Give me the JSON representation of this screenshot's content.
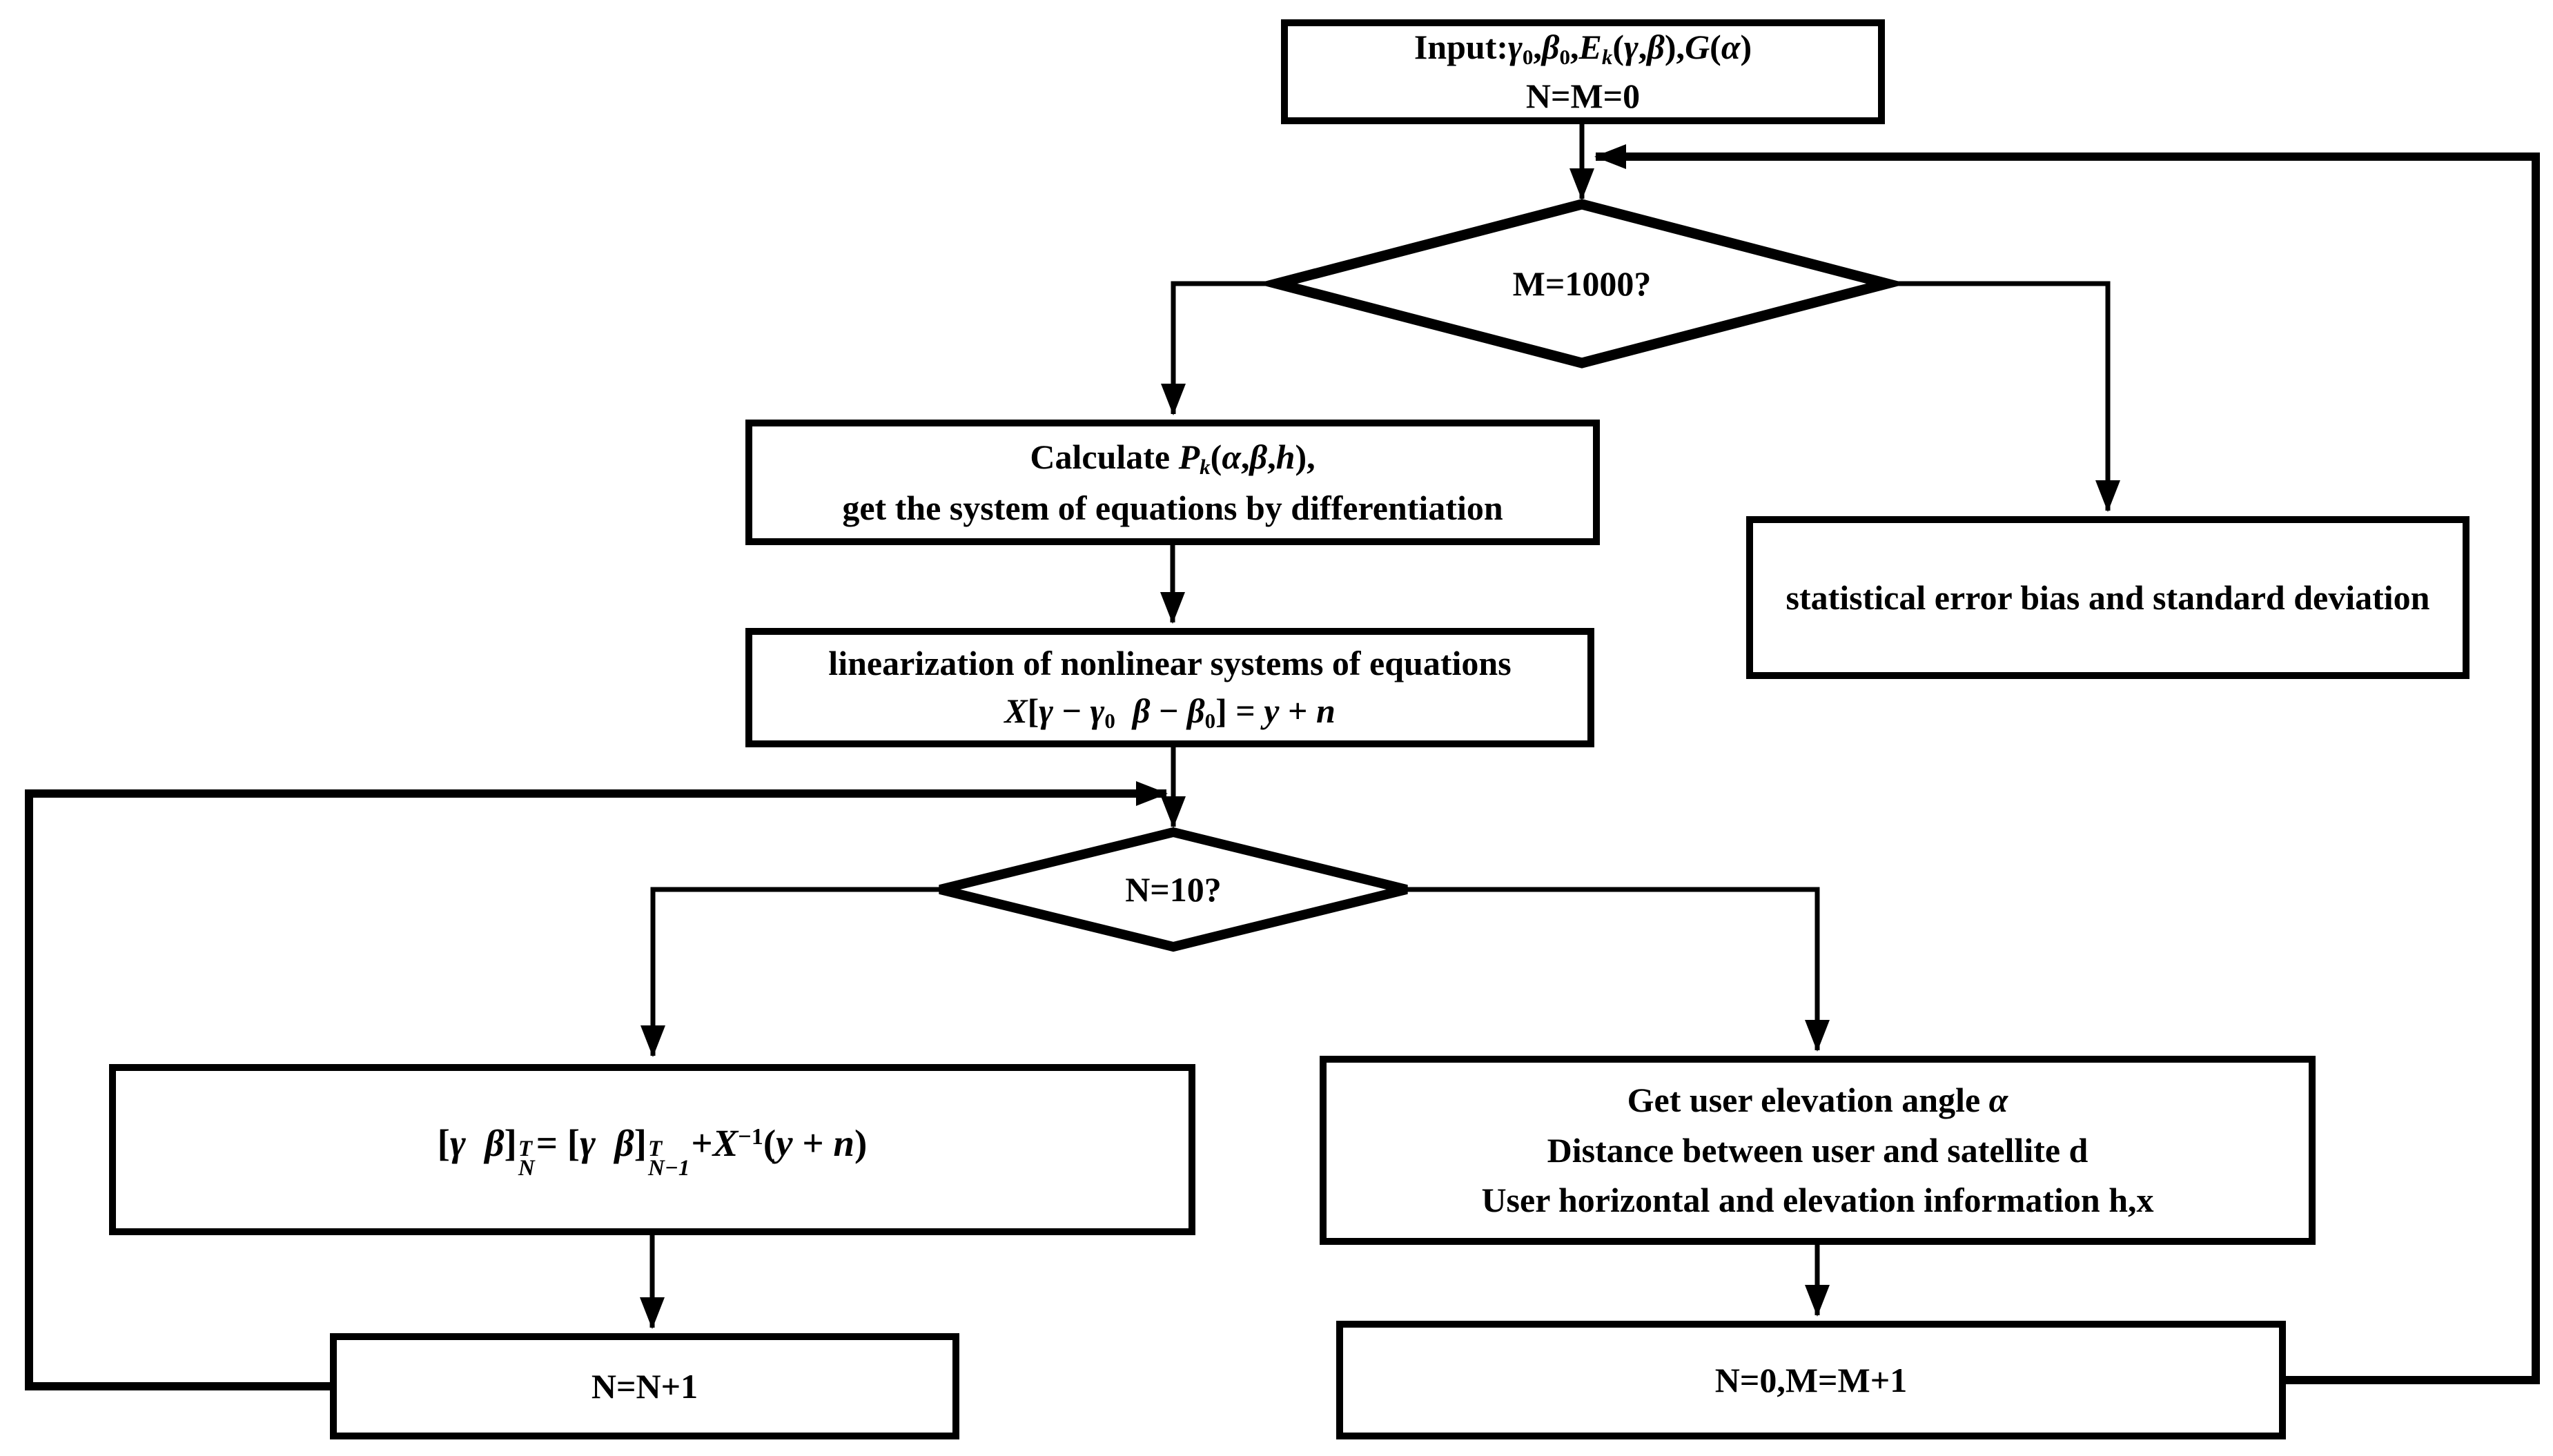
{
  "figure": {
    "kind": "flowchart",
    "background_color": "#ffffff",
    "ink_color": "#000000"
  },
  "nodes": {
    "input": {
      "shape": "rectangle",
      "lines_html": [
        "Input:<i>γ</i><sub>0</sub>,<i>β</i><sub>0</sub>,<i>E</i><sub><i>k</i></sub>(<i>γ</i>,<i>β</i>),<i>G</i>(<i>α</i>)",
        "N=M=0"
      ]
    },
    "m_check": {
      "shape": "diamond",
      "label": "M=1000?"
    },
    "calculate": {
      "shape": "rectangle",
      "lines_html": [
        "Calculate <i>P</i><sub><i>k</i></sub>(<i>α</i>,<i>β</i>,<i>h</i>),",
        "get the system of equations by differentiation"
      ]
    },
    "statistical": {
      "shape": "rectangle",
      "label": "statistical error bias and standard deviation"
    },
    "linearization": {
      "shape": "rectangle",
      "lines_html": [
        "linearization of nonlinear systems of equations",
        "<i>X</i>[<i>γ</i> − <i>γ</i><sub>0</sub> &nbsp;<i>β</i> − <i>β</i><sub>0</sub>] = <i>y</i> + <i>n</i>"
      ]
    },
    "n_check": {
      "shape": "diamond",
      "label": "N=10?"
    },
    "update": {
      "shape": "rectangle",
      "formula_html": "[<i>γ</i> &nbsp;<i>β</i>]<span class=\"ss\"><span class=\"t\">T</span><span class=\"b\">N</span></span>= [<i>γ</i> &nbsp;<i>β</i>]<span class=\"ss\"><span class=\"t\">T</span><span class=\"b\">N−1</span></span>+<i>X</i><sup>−1</sup>(<i>y</i> + <i>n</i>)"
    },
    "get_user": {
      "shape": "rectangle",
      "lines_html": [
        "Get user elevation angle <i>α</i>",
        "Distance between user and satellite d",
        "User horizontal and elevation information h,x"
      ]
    },
    "increment_n": {
      "shape": "rectangle",
      "label": "N=N+1"
    },
    "reset": {
      "shape": "rectangle",
      "label": "N=0,M=M+1"
    }
  },
  "edges": [
    {
      "from": "input",
      "to": "m_check"
    },
    {
      "from": "reset",
      "to": "m_check",
      "note": "feedback loop along right edge to line above diamond"
    },
    {
      "from": "m_check",
      "to": "calculate"
    },
    {
      "from": "m_check",
      "to": "statistical"
    },
    {
      "from": "calculate",
      "to": "linearization"
    },
    {
      "from": "linearization",
      "to": "n_check"
    },
    {
      "from": "increment_n",
      "to": "n_check",
      "note": "feedback loop along left edge joining line above diamond"
    },
    {
      "from": "n_check",
      "to": "update"
    },
    {
      "from": "n_check",
      "to": "get_user"
    },
    {
      "from": "update",
      "to": "increment_n"
    },
    {
      "from": "get_user",
      "to": "reset"
    }
  ]
}
